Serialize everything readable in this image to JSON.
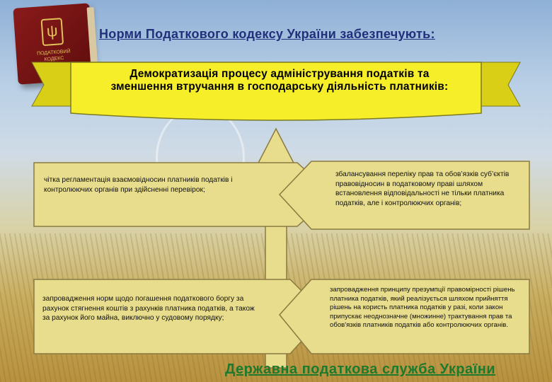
{
  "book": {
    "cover_text": "ПОДАТКОВИЙ КОДЕКС"
  },
  "heading": "Норми Податкового кодексу України забезпечують:",
  "banner": {
    "text": "Демократизація процесу адміністрування податків та зменшення втручання в господарську діяльність платників:"
  },
  "boxes": {
    "top_left": "чітка регламентація взаємовідносин платників податків і контролюючих органів при здійсненні перевірок;",
    "top_right": "збалансування переліку прав та обов’язків суб’єктів правовідносин в податковому праві шляхом встановлення відповідальності не тільки платника податків, але і контролюючих органів;",
    "bottom_left": "запровадження норм щодо погашення податкового боргу за рахунок стягнення коштів з рахунків платника податків, а також за рахунок його майна, виключно у судовому порядку;",
    "bottom_right": "запровадження принципу презумпції правомірності рішень платника податків, який реалізується шляхом прийняття рішень на користь платника податків у разі, коли закон припускає неоднозначне (множинне) трактування прав та обов'язків платників податків або контролюючих органів."
  },
  "footer": "Державна податкова служба України",
  "colors": {
    "banner": "#f7ee2a",
    "arrow": "#e8dd8c",
    "arrow_border": "#8a7a40",
    "heading": "#20307a",
    "footer": "#1d7a2c"
  }
}
